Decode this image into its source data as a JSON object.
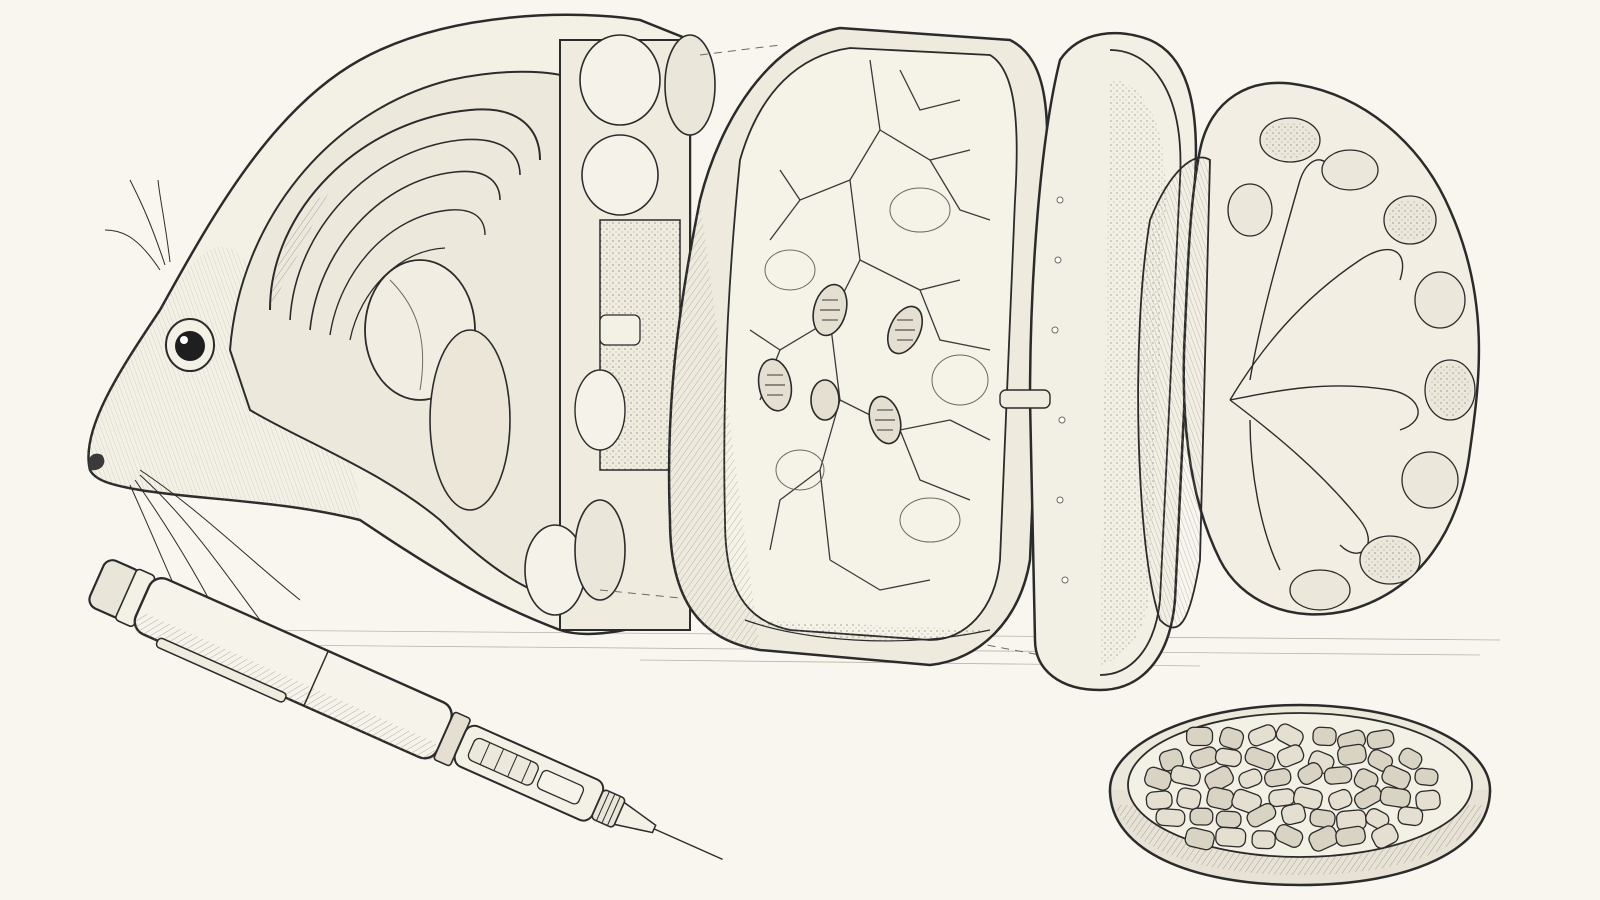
{
  "image": {
    "style": "pen-and-ink scientific illustration",
    "colors": {
      "paper": "#f8f6ef",
      "ink": "#2b2b2b",
      "ink_light": "#6d6a62",
      "shade": "#e9e5d8",
      "shade_dark": "#d6d1c2"
    },
    "objects": [
      "rodent-head-cross-section",
      "vascular-tissue-slice",
      "plain-tissue-slice",
      "lobed-organ-section",
      "insulin-pen",
      "dish-of-pellets"
    ]
  }
}
